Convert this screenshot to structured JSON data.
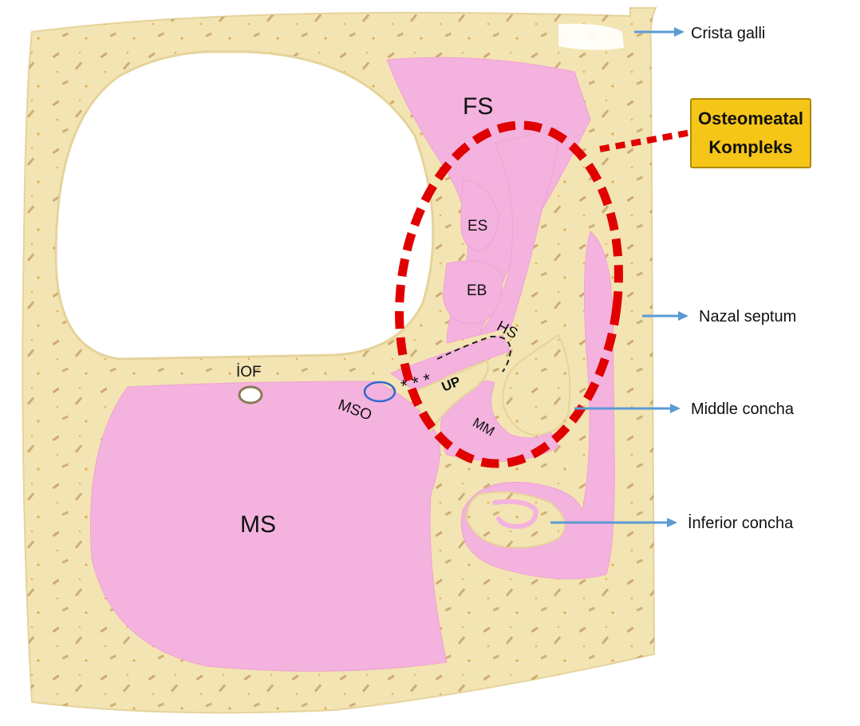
{
  "labels": {
    "crista_galli": "Crista galli",
    "nazal_septum": "Nazal septum",
    "middle_concha": "Middle concha",
    "inferior_concha": "İnferior concha",
    "fs": "FS",
    "es": "ES",
    "eb": "EB",
    "hs": "HS",
    "up": "UP",
    "mm": "MM",
    "mso": "MSO",
    "iof": "İOF",
    "ms": "MS",
    "asterisks": "*  *  *"
  },
  "callout": {
    "line1": "Osteomeatal",
    "line2": "Kompleks"
  },
  "colors": {
    "bone": "#f3e4b3",
    "bone_edge": "#e6d39b",
    "mucosa": "#f4b2de",
    "arrow": "#5b9bd5",
    "omc_outline": "#e00000",
    "callout_fill": "#f5c518",
    "callout_border": "#b08a00",
    "speckle": "#b07a3c"
  }
}
